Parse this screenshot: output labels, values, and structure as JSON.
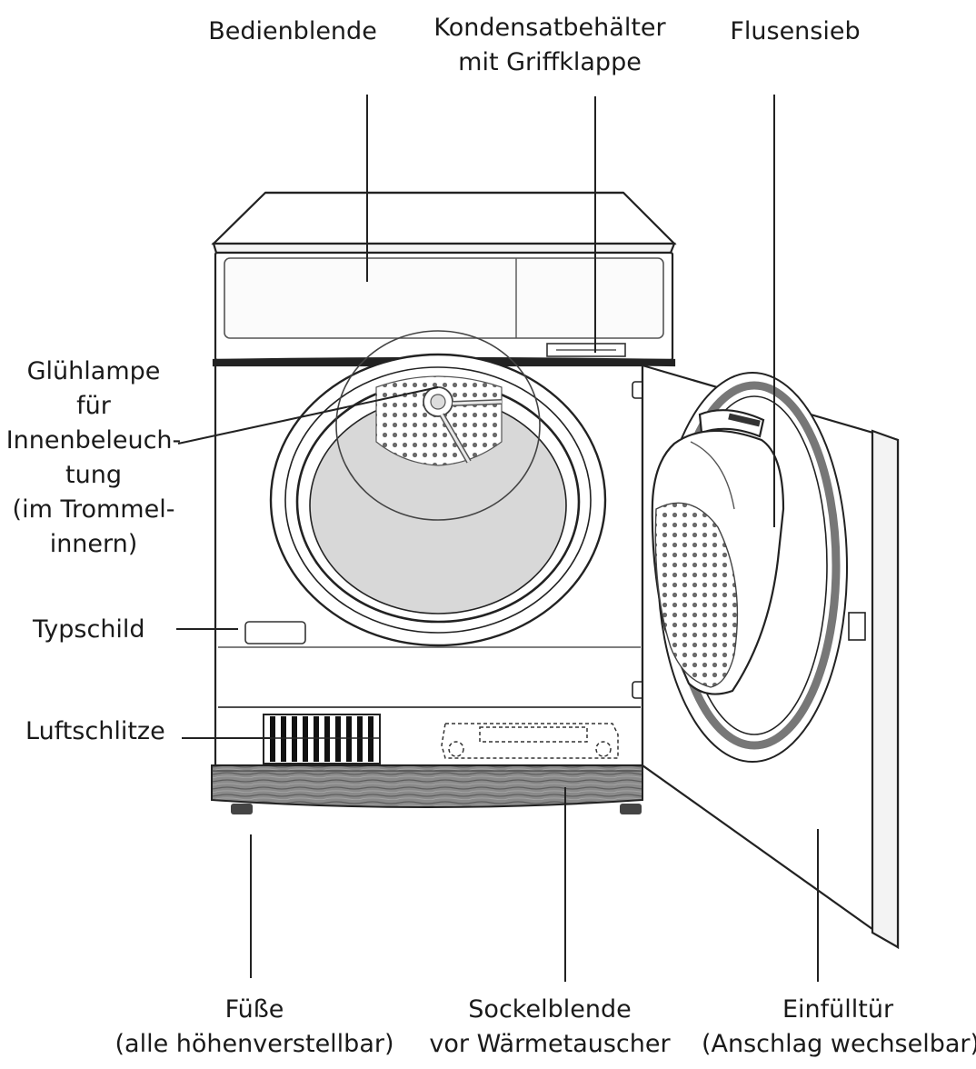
{
  "labels": {
    "bedienblende": "Bedienblende",
    "kondensat_line1": "Kondensatbehälter",
    "kondensat_line2": "mit Griffklappe",
    "flusensieb": "Flusensieb",
    "gluehlampe_line1": "Glühlampe",
    "gluehlampe_line2": "für",
    "gluehlampe_line3": "Innenbeleuch-",
    "gluehlampe_line4": "tung",
    "gluehlampe_line5": "(im Trommel-",
    "gluehlampe_line6": "innern)",
    "typschild": "Typschild",
    "luftschlitze": "Luftschlitze",
    "fuesse_line1": "Füße",
    "fuesse_line2": "(alle höhenverstellbar)",
    "sockel_line1": "Sockelblende",
    "sockel_line2": "vor Wärmetauscher",
    "einfuelltuer_line1": "Einfülltür",
    "einfuelltuer_line2": "(Anschlag wechselbar)"
  }
}
